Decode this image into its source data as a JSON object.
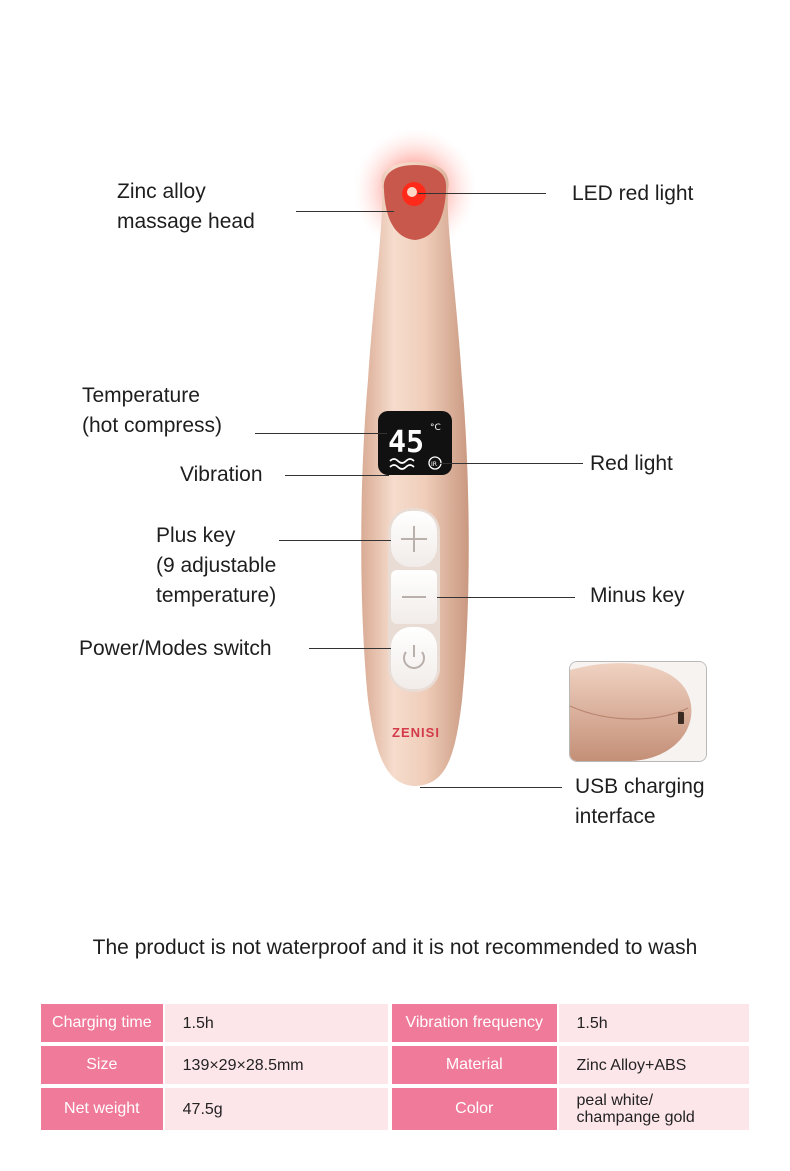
{
  "callouts": {
    "massage_head": "Zinc alloy\nmassage head",
    "led_red_light": "LED red light",
    "temperature": "Temperature\n(hot compress)",
    "vibration": "Vibration",
    "red_light": "Red light",
    "plus_key": "Plus key\n(9 adjustable\ntemperature)",
    "minus_key": "Minus key",
    "power_switch": "Power/Modes switch",
    "usb": "USB charging\ninterface"
  },
  "device": {
    "display_value": "45",
    "display_unit": "°C",
    "ir_label": "IR",
    "brand": "ZENISI"
  },
  "note": "The product is not waterproof and it is not recommended to wash",
  "specs": [
    {
      "k1": "Charging time",
      "v1": "1.5h",
      "k2": "Vibration frequency",
      "v2": "1.5h"
    },
    {
      "k1": "Size",
      "v1": "139×29×28.5mm",
      "k2": "Material",
      "v2": "Zinc Alloy+ABS"
    },
    {
      "k1": "Net weight",
      "v1": "47.5g",
      "k2": "Color",
      "v2": "peal white/\nchampange gold"
    }
  ],
  "colors": {
    "table_key": "#f07a99",
    "table_value": "#fde6ea",
    "device_body": "#ecc6ae",
    "led": "#ff2a1a",
    "brand_text": "#d33a4a"
  }
}
